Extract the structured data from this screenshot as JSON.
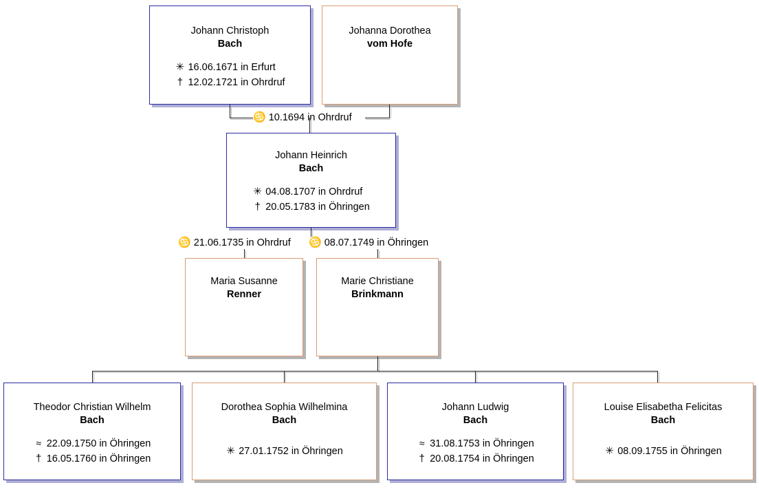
{
  "chart": {
    "type": "genealogy-family-tree",
    "title": "Bach family descendant chart",
    "symbols": {
      "marriage": "♋",
      "birth": "✳",
      "baptism": "≈",
      "death": "†"
    },
    "colors": {
      "male_border": "#2a2aa0",
      "male_shadow": "#aeaed6",
      "female_border": "#d99c73",
      "female_shadow": "#b3b3b3",
      "line": "#1b1b1b",
      "line_shadow": "#b9b9b9",
      "text": "#000000",
      "background": "#ffffff"
    }
  },
  "generation1": {
    "father": {
      "given": "Johann Christoph",
      "surname": "Bach",
      "sex": "male",
      "events": [
        {
          "symbol": "✳",
          "kind": "birth",
          "text": "16.06.1671 in Erfurt"
        },
        {
          "symbol": "†",
          "kind": "death",
          "text": "12.02.1721 in Ohrdruf"
        }
      ]
    },
    "mother": {
      "given": "Johanna Dorothea",
      "surname": "vom Hofe",
      "sex": "female",
      "events": []
    },
    "marriage": {
      "symbol": "♋",
      "text": "10.1694 in Ohrdruf"
    }
  },
  "generation2": {
    "person": {
      "given": "Johann Heinrich",
      "surname": "Bach",
      "sex": "male",
      "events": [
        {
          "symbol": "✳",
          "kind": "birth",
          "text": "04.08.1707 in Ohrdruf"
        },
        {
          "symbol": "†",
          "kind": "death",
          "text": "20.05.1783 in Öhringen"
        }
      ]
    },
    "marriages": [
      {
        "symbol": "♋",
        "text": "21.06.1735 in Ohrdruf"
      },
      {
        "symbol": "♋",
        "text": "08.07.1749 in Öhringen"
      }
    ],
    "spouses": [
      {
        "given": "Maria Susanne",
        "surname": "Renner",
        "sex": "female",
        "events": []
      },
      {
        "given": "Marie Christiane",
        "surname": "Brinkmann",
        "sex": "female",
        "events": []
      }
    ]
  },
  "generation3": {
    "children": [
      {
        "given": "Theodor Christian Wilhelm",
        "surname": "Bach",
        "sex": "male",
        "events": [
          {
            "symbol": "≈",
            "kind": "baptism",
            "text": "22.09.1750 in Öhringen"
          },
          {
            "symbol": "†",
            "kind": "death",
            "text": "16.05.1760 in Öhringen"
          }
        ]
      },
      {
        "given": "Dorothea Sophia Wilhelmina",
        "surname": "Bach",
        "sex": "female",
        "events": [
          {
            "symbol": "✳",
            "kind": "birth",
            "text": "27.01.1752 in Öhringen"
          }
        ]
      },
      {
        "given": "Johann Ludwig",
        "surname": "Bach",
        "sex": "male",
        "events": [
          {
            "symbol": "≈",
            "kind": "baptism",
            "text": "31.08.1753 in Öhringen"
          },
          {
            "symbol": "†",
            "kind": "death",
            "text": "20.08.1754 in Öhringen"
          }
        ]
      },
      {
        "given": "Louise Elisabetha Felicitas",
        "surname": "Bach",
        "sex": "female",
        "events": [
          {
            "symbol": "✳",
            "kind": "birth",
            "text": "08.09.1755 in Öhringen"
          }
        ]
      }
    ]
  }
}
